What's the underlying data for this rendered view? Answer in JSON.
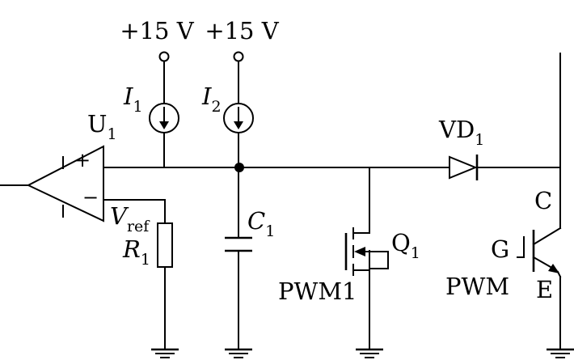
{
  "labels": {
    "supply_left": "+15 V",
    "supply_right": "+15 V",
    "i1_main": "I",
    "i1_sub": "1",
    "i2_main": "I",
    "i2_sub": "2",
    "u1_main": "U",
    "u1_sub": "1",
    "plus": "+",
    "minus": "−",
    "vref_main": "V",
    "vref_sub": "ref",
    "r1_main": "R",
    "r1_sub": "1",
    "c1_main": "C",
    "c1_sub": "1",
    "vd1_main": "VD",
    "vd1_sub": "1",
    "q1_main": "Q",
    "q1_sub": "1",
    "pwm1": "PWM1",
    "pwm": "PWM",
    "collector": "C",
    "gate": "G",
    "emitter": "E"
  }
}
